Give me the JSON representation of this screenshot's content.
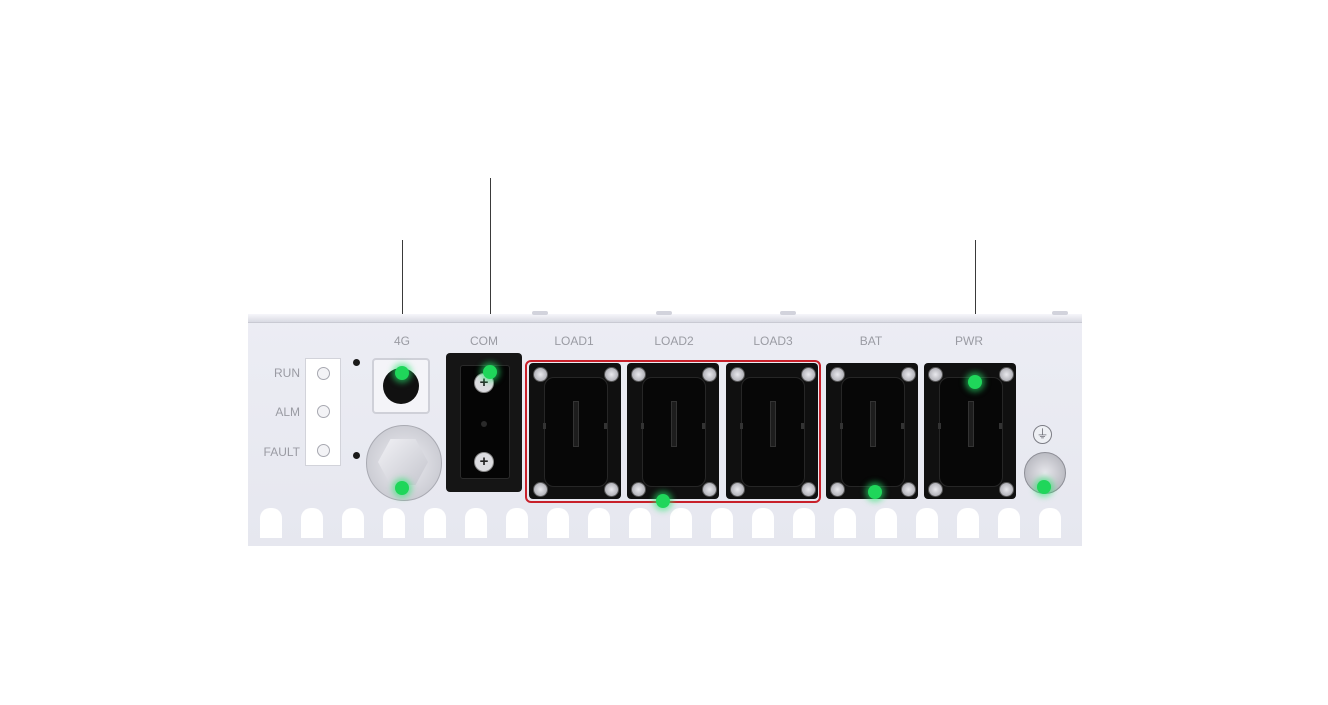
{
  "port_labels": {
    "antenna": "4G",
    "com": "COM",
    "load1": "LOAD1",
    "load2": "LOAD2",
    "load3": "LOAD3",
    "bat": "BAT",
    "pwr": "PWR"
  },
  "led_labels": {
    "run": "RUN",
    "alm": "ALM",
    "fault": "FAULT"
  },
  "colors": {
    "highlight_outline": "#c8202a",
    "hotspot_marker": "#1fd65a",
    "port_body": "#101010",
    "enclosure": "#e8e9f0"
  },
  "hotspots": [
    {
      "name": "4g-antenna-hotspot"
    },
    {
      "name": "com-port-hotspot"
    },
    {
      "name": "pwr-port-hotspot"
    },
    {
      "name": "cable-gland-hotspot"
    },
    {
      "name": "load-group-hotspot"
    },
    {
      "name": "bat-port-hotspot"
    },
    {
      "name": "ground-terminal-hotspot"
    }
  ]
}
